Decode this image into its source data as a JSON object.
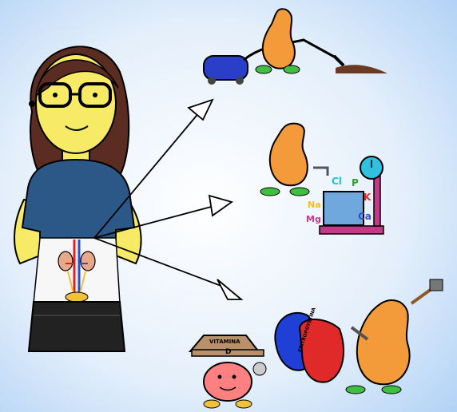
{
  "labels": {
    "cl": "Cl",
    "p": "P",
    "na": "Na",
    "k": "K",
    "mg": "Mg",
    "ca": "Ca",
    "vitamin_top": "VITAMINA",
    "vitamin_bottom": "D",
    "epo": "ERITROPOYETINA"
  },
  "colors": {
    "background_top": "#ffffff",
    "background_bottom": "#a8cdf5",
    "kidney_orange": "#f39a3a",
    "skin": "#f6ea67",
    "shirt": "#2c5888",
    "skirt": "#222222",
    "hair": "#5a2c22"
  }
}
